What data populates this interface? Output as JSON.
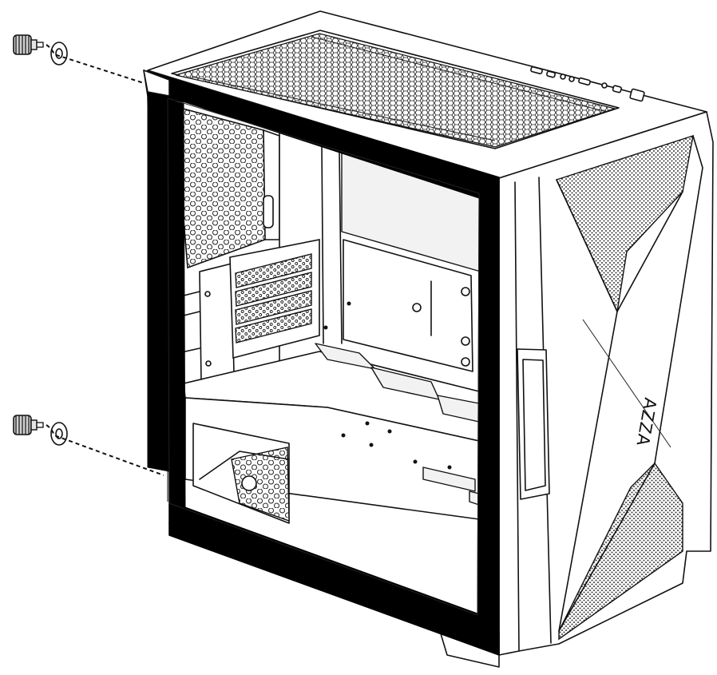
{
  "brand_logo": "AZZA",
  "colors": {
    "line": "#111111",
    "background": "#ffffff",
    "glass_frame": "#000000",
    "mesh": "#222222"
  },
  "icons": [
    "thumbscrew-icon",
    "washer-ring-icon"
  ],
  "callouts": [
    {
      "name": "top-thumbscrew",
      "part": "thumbscrew-icon"
    },
    {
      "name": "bottom-thumbscrew",
      "part": "thumbscrew-icon"
    }
  ]
}
